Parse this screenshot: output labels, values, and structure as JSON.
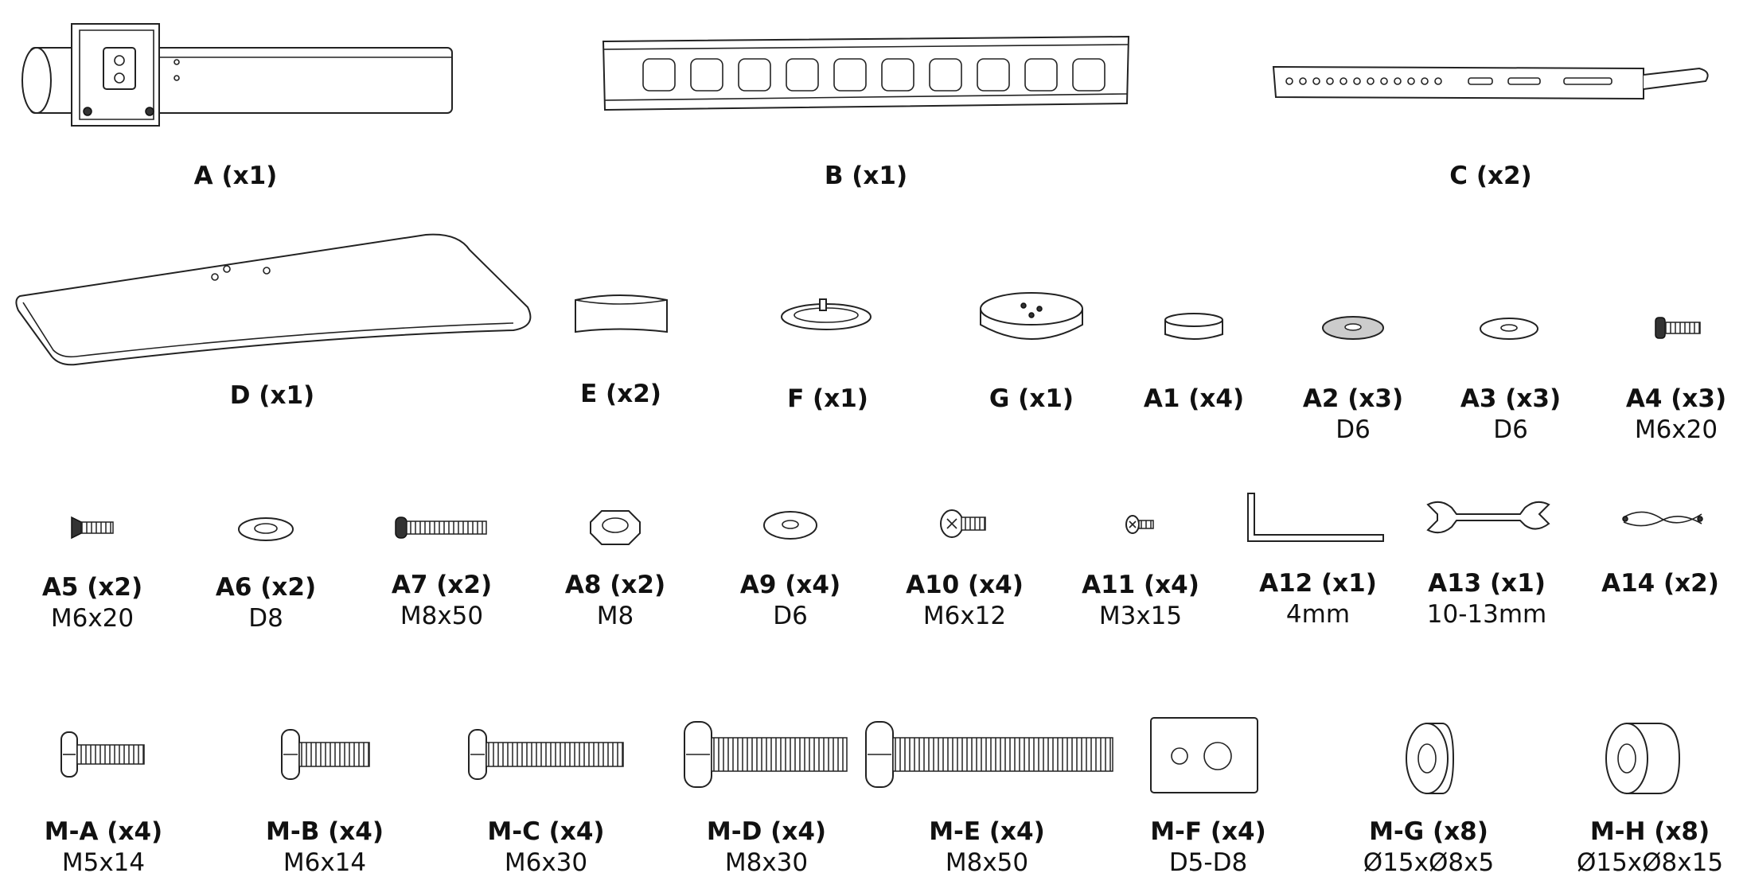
{
  "parts": [
    {
      "id": "A",
      "label": "A (x1)",
      "spec": ""
    },
    {
      "id": "B",
      "label": "B (x1)",
      "spec": ""
    },
    {
      "id": "C",
      "label": "C (x2)",
      "spec": ""
    },
    {
      "id": "D",
      "label": "D (x1)",
      "spec": ""
    },
    {
      "id": "E",
      "label": "E (x2)",
      "spec": ""
    },
    {
      "id": "F",
      "label": "F (x1)",
      "spec": ""
    },
    {
      "id": "G",
      "label": "G (x1)",
      "spec": ""
    },
    {
      "id": "A1",
      "label": "A1 (x4)",
      "spec": ""
    },
    {
      "id": "A2",
      "label": "A2 (x3)",
      "spec": "D6"
    },
    {
      "id": "A3",
      "label": "A3 (x3)",
      "spec": "D6"
    },
    {
      "id": "A4",
      "label": "A4 (x3)",
      "spec": "M6x20"
    },
    {
      "id": "A5",
      "label": "A5 (x2)",
      "spec": "M6x20"
    },
    {
      "id": "A6",
      "label": "A6 (x2)",
      "spec": "D8"
    },
    {
      "id": "A7",
      "label": "A7 (x2)",
      "spec": "M8x50"
    },
    {
      "id": "A8",
      "label": "A8 (x2)",
      "spec": "M8"
    },
    {
      "id": "A9",
      "label": "A9 (x4)",
      "spec": "D6"
    },
    {
      "id": "A10",
      "label": "A10 (x4)",
      "spec": "M6x12"
    },
    {
      "id": "A11",
      "label": "A11 (x4)",
      "spec": "M3x15"
    },
    {
      "id": "A12",
      "label": "A12 (x1)",
      "spec": "4mm"
    },
    {
      "id": "A13",
      "label": "A13 (x1)",
      "spec": "10-13mm"
    },
    {
      "id": "A14",
      "label": "A14 (x2)",
      "spec": ""
    },
    {
      "id": "M-A",
      "label": "M-A (x4)",
      "spec": "M5x14"
    },
    {
      "id": "M-B",
      "label": "M-B (x4)",
      "spec": "M6x14"
    },
    {
      "id": "M-C",
      "label": "M-C (x4)",
      "spec": "M6x30"
    },
    {
      "id": "M-D",
      "label": "M-D (x4)",
      "spec": "M8x30"
    },
    {
      "id": "M-E",
      "label": "M-E (x4)",
      "spec": "M8x50"
    },
    {
      "id": "M-F",
      "label": "M-F (x4)",
      "spec": "D5-D8"
    },
    {
      "id": "M-G",
      "label": "M-G (x8)",
      "spec": "Ø15xØ8x5"
    },
    {
      "id": "M-H",
      "label": "M-H (x8)",
      "spec": "Ø15xØ8x15"
    }
  ]
}
